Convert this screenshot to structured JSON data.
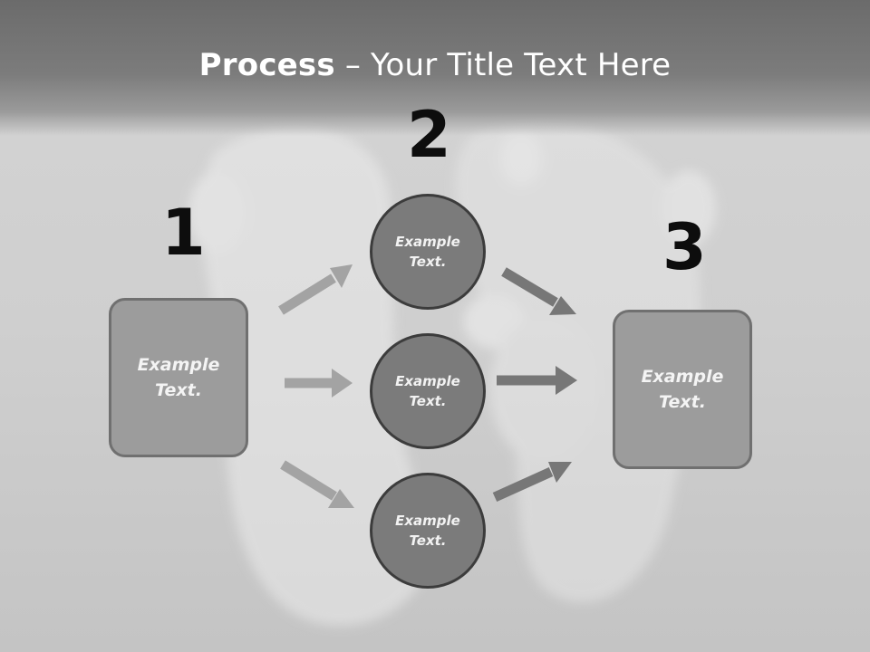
{
  "title": {
    "strong": "Process",
    "separator": " – ",
    "rest": "Your Title Text Here"
  },
  "steps": {
    "one": {
      "number": "1",
      "text": "Example Text."
    },
    "two": {
      "number": "2",
      "circles": [
        {
          "text": "Example Text."
        },
        {
          "text": "Example Text."
        },
        {
          "text": "Example Text."
        }
      ]
    },
    "three": {
      "number": "3",
      "text": "Example Text."
    }
  },
  "colors": {
    "box_fill": "#9c9c9c",
    "box_border": "#707070",
    "circle_fill": "#7b7b7b",
    "circle_border": "#3c3c3c",
    "arrow_light": "#a3a3a3",
    "arrow_dark": "#777777"
  }
}
